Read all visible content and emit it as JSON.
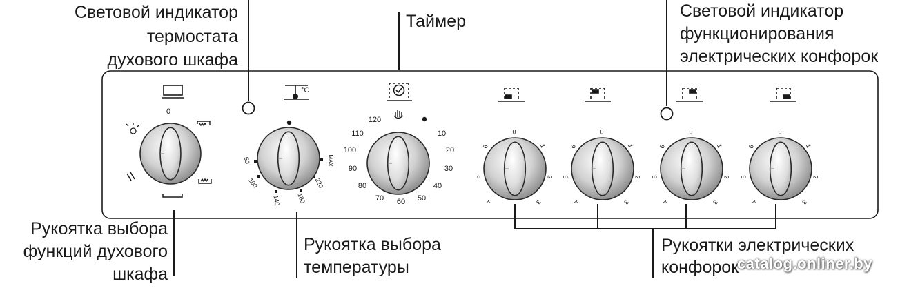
{
  "labels": {
    "oven_lamp": [
      "Световой индикатор",
      "термостата",
      "духового шкафа"
    ],
    "timer": "Таймер",
    "hob_lamp": [
      "Световой индикатор",
      "функционирования",
      "электрических конфорок"
    ],
    "function_knob": [
      "Рукоятка выбора",
      "функций духового",
      "шкафа"
    ],
    "temp_knob": [
      "Рукоятка выбора",
      "температуры"
    ],
    "hob_knobs": [
      "Рукоятки электрических",
      "конфорок"
    ]
  },
  "function_dial": {
    "zero": "0"
  },
  "thermostat_dial": {
    "unit": "°C",
    "marks": [
      "50",
      "100",
      "140",
      "180",
      "220",
      "MAX"
    ]
  },
  "timer_dial": {
    "marks": [
      "120",
      "110",
      "100",
      "90",
      "80",
      "70",
      "60",
      "50",
      "40",
      "30",
      "20",
      "10"
    ]
  },
  "hob_dial": {
    "marks": [
      "0",
      "1",
      "2",
      "3",
      "4",
      "5",
      "6"
    ]
  },
  "watermark": "catalog.onliner.by"
}
